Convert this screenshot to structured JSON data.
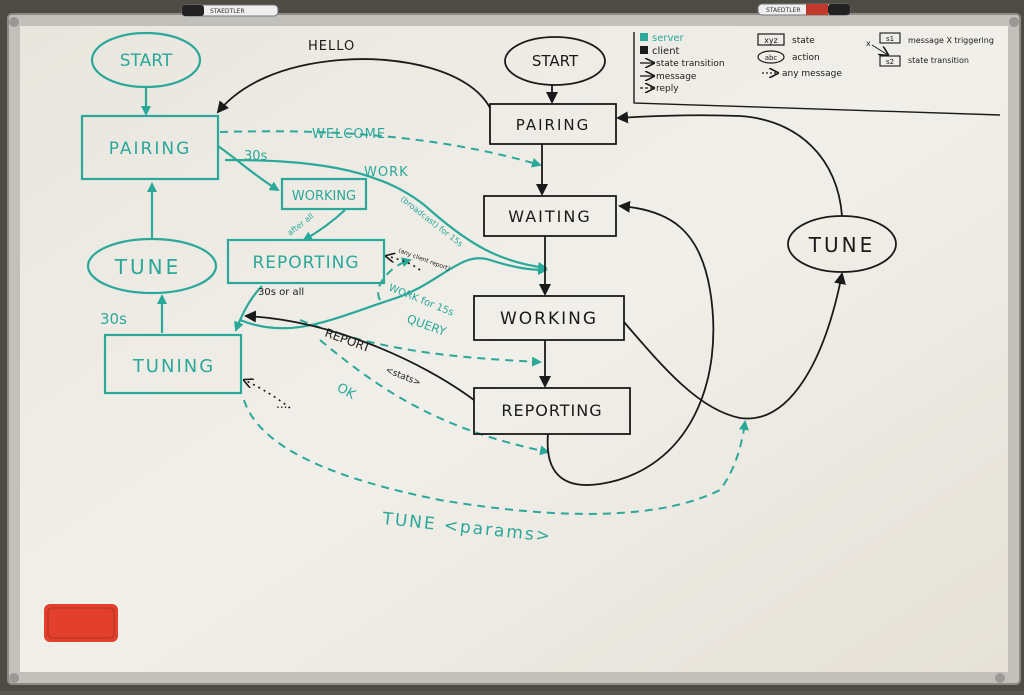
{
  "colors": {
    "server": "#2aa89a",
    "client": "#1a1a1a",
    "board": "#ece9e2",
    "frame": "#b8b6b0",
    "eraser": "#e2402c"
  },
  "markers": [
    "STAEDTLER",
    "STAEDTLER"
  ],
  "server": {
    "start": "START",
    "pairing": "PAIRING",
    "working": "WORKING",
    "tune": "TUNE",
    "reporting": "REPORTING",
    "tuning": "TUNING",
    "t30s_a": "30s",
    "t30s_b": "30s",
    "note_30s_or_all": "30s or all",
    "note_after_all": "after all",
    "note_broadcast": "(broadcast) for 15s",
    "note_any_client_report": "(any client report)"
  },
  "client": {
    "start": "START",
    "pairing": "PAIRING",
    "waiting": "WAITING",
    "working": "WORKING",
    "reporting": "REPORTING",
    "tune": "TUNE"
  },
  "messages": {
    "hello": "HELLO",
    "welcome": "WELCOME",
    "work": "WORK",
    "work_for_15s": "WORK for 15s",
    "query": "QUERY",
    "report": "REPORT",
    "stats": "<stats>",
    "ok": "OK",
    "tune_params": "TUNE <params>",
    "ellipsis": "..."
  },
  "legend": {
    "server": "server",
    "client": "client",
    "state_transition": "state transition",
    "message": "message",
    "reply": "reply",
    "state": "state",
    "action": "action",
    "any_message": "any message",
    "message_x_triggering": "message X triggering",
    "state_transition_2": "state transition",
    "sym_state": "xyz",
    "sym_action": "abc",
    "sym_s1": "s1",
    "sym_s2": "s2",
    "sym_x": "x"
  }
}
